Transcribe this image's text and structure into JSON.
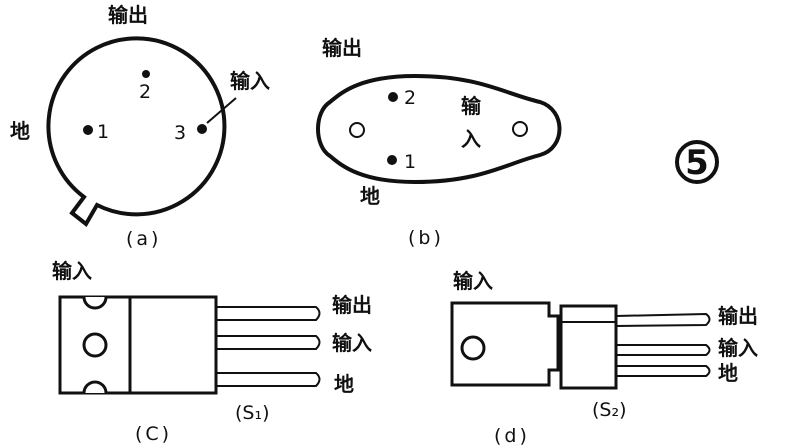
{
  "figure_number": "5",
  "a": {
    "caption": "(a)",
    "output": "输出",
    "input": "输入",
    "ground": "地",
    "pin1": "1",
    "pin2": "2",
    "pin3": "3"
  },
  "b": {
    "caption": "(b)",
    "output": "输出",
    "input_line1": "输",
    "input_line2": "入",
    "ground": "地",
    "pin1": "1",
    "pin2": "2"
  },
  "c": {
    "caption": "(C)",
    "package": "(S₁)",
    "input_top": "输入",
    "lead_output": "输出",
    "lead_input": "输入",
    "lead_ground": "地"
  },
  "d": {
    "caption": "(d)",
    "package": "(S₂)",
    "input_top": "输入",
    "lead_output": "输出",
    "lead_input": "输入",
    "lead_ground": "地"
  }
}
